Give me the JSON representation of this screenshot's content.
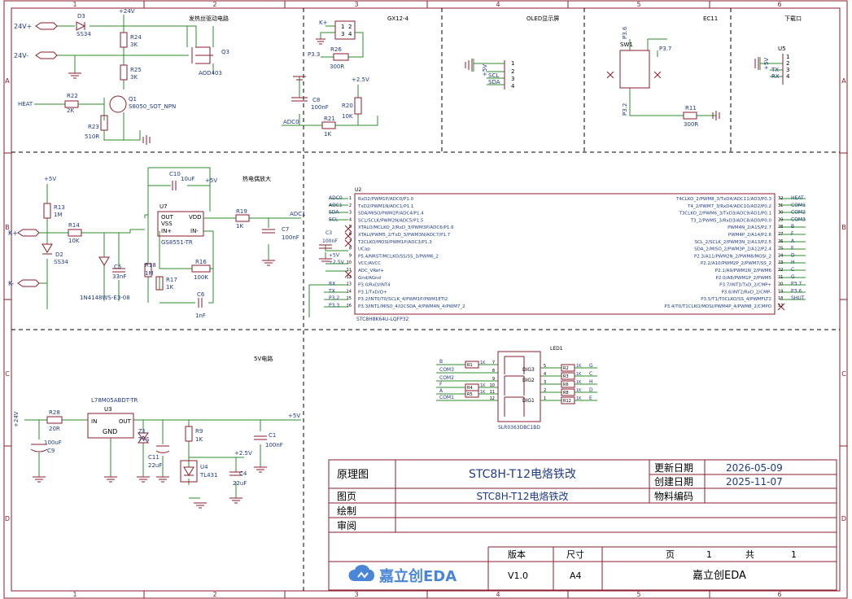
{
  "frame": {
    "columns": [
      "1",
      "2",
      "3",
      "4",
      "5",
      "6"
    ],
    "rows": [
      "A",
      "B",
      "C",
      "D"
    ]
  },
  "sections": {
    "heater_drive": "发热丝驱动电路",
    "gx12": "GX12-4",
    "oled": "OLED显示屏",
    "ec11": "EC11",
    "download": "下载口",
    "thermo_amp": "热电偶放大",
    "power": "5V电路"
  },
  "heater": {
    "in_24v_plus": "24V+",
    "in_24v_minus": "24V-",
    "d3": "D3",
    "d3_val": "SS34",
    "rail": "+24V",
    "r24": "R24",
    "r24_val": "3K",
    "r25": "R25",
    "r25_val": "3K",
    "q3": "Q3",
    "q3_val": "AOD403",
    "heat": "HEAT",
    "r22": "R22",
    "r22_val": "2K",
    "q1": "Q1",
    "q1_val": "S8050_SOT_NPN",
    "r23": "R23",
    "r23_val": "510R"
  },
  "gx": {
    "k_plus": "K+",
    "pins": [
      "1",
      "2",
      "3",
      "4"
    ],
    "r26": "R26",
    "r26_val": "300R",
    "p33": "P3.3",
    "rail": "+2.5V",
    "c8": "C8",
    "c8_val": "100nF",
    "r20": "R20",
    "r20_val": "10K",
    "r21": "R21",
    "r21_val": "1K",
    "adc0": "ADC0"
  },
  "oled": {
    "pins": [
      "+5V",
      "SCL",
      "SDA"
    ],
    "nums": [
      "1",
      "2",
      "3",
      "4"
    ]
  },
  "ec11": {
    "sw": "SW1",
    "p36": "P3.6",
    "p37": "P3.7",
    "p32": "P3.2",
    "r11": "R11",
    "r11_val": "300R"
  },
  "dl": {
    "u": "U5",
    "pins": [
      "+5V",
      "TX",
      "RX"
    ],
    "nums": [
      "1",
      "2",
      "3",
      "4"
    ]
  },
  "amp": {
    "rail": "+5V",
    "r13": "R13",
    "r13_val": "1M",
    "k_plus": "K+",
    "k_minus": "K-",
    "r14": "R14",
    "r14_val": "10K",
    "d2": "D2",
    "d2_val": "SS34",
    "d1_val": "1N4148WS-E3-08",
    "c5": "C5",
    "c5_val": "33nF",
    "u7": "U7",
    "u7_pins": [
      "OUT",
      "VSS",
      "IN+"
    ],
    "u7_vdd": "VDD",
    "u7_inm": "IN-",
    "u7_val": "GS8551-TR",
    "c10": "C10",
    "c10_val": "10uF",
    "rail2": "+5V",
    "r19": "R19",
    "r19_val": "1K",
    "adc1": "ADC1",
    "c7": "C7",
    "c7_val": "100nF",
    "r18": "R18",
    "r18_val": "1M",
    "r17": "R17",
    "r17_val": "1K",
    "r16": "R16",
    "r16_val": "100K",
    "c6": "C6",
    "c6_val": "1nF"
  },
  "mcu": {
    "ref": "U2",
    "part": "STC8H8K64U-LQFP32",
    "c3": "C3",
    "c3_val": "100nF",
    "left": [
      {
        "net": "ADC0",
        "pin": "RxD2/PWM1P/ADC0/P1.0"
      },
      {
        "net": "ADC1",
        "pin": "TxD2/PWM1N/ADC1/P1.1"
      },
      {
        "net": "SDA",
        "pin": "SDA/MISO/PWM2P/ADC4/P1.4"
      },
      {
        "net": "SCL",
        "pin": "SCL/SCLK/PWM2N/ADC5/P1.5"
      },
      {
        "net": "",
        "pin": "XTALO/MCLKO_2/RxD_3/PWM3P/ADC6/P1.6"
      },
      {
        "net": "",
        "pin": "XTALI/PWM5_2/TxD_3/PWM3N/ADC7/P1.7"
      },
      {
        "net": "",
        "pin": "T2CLKO/MOSI/PWM1P/ADC3/P1.3"
      },
      {
        "net": "",
        "pin": "UCap"
      },
      {
        "net": "+5V",
        "pin": "P5.4/NRST/MCLKO/SS/SS_3/PWM6_2"
      },
      {
        "net": "+2.5V",
        "pin": "VCC/AVCC"
      },
      {
        "net": "",
        "pin": "ADC_VRef+"
      },
      {
        "net": "",
        "pin": "Gnd/AGnd"
      },
      {
        "net": "RX",
        "pin": "P3.0/RxD/INT4"
      },
      {
        "net": "TX",
        "pin": "P3.1/TxD/Q+"
      },
      {
        "net": "P3.2",
        "pin": "P3.2/INT0/T0/SCLK_4/PWM1P/PWM1ETI2"
      },
      {
        "net": "P3.3",
        "pin": "P3.3/INT1/MISO_4/I2CSDA_4/PWM4N_4/PWM7_2"
      }
    ],
    "left_nums": [
      "1",
      "2",
      "3",
      "4",
      "5",
      "6",
      "7",
      "8",
      "9",
      "10",
      "11",
      "12",
      "13",
      "14",
      "15",
      "16"
    ],
    "right": [
      {
        "net": "HEAT",
        "pin": "T4CLKO_2/PWM8_3/TxD4/ADC11/AD3/P0.3"
      },
      {
        "net": "COM1",
        "pin": "T4_2/PWM7_3/RxD4/ADC10/AD2/P0.2"
      },
      {
        "net": "COM2",
        "pin": "T3CLKO_2/PWM6_3/TxD3/ADC9/AD1/P0.1"
      },
      {
        "net": "COM3",
        "pin": "T3_2/PWM5_3/RxD3/ADC8/AD0/P0.0"
      },
      {
        "net": "B",
        "pin": "PWM4N_2/A15/P2.7"
      },
      {
        "net": "F",
        "pin": "PWM4P_2/A14/P2.6"
      },
      {
        "net": "A",
        "pin": "SCL_2/SCLK_2/PWM3N_2/A13/P2.5"
      },
      {
        "net": "E",
        "pin": "SDA_2/MISO_2/PWM3P_2/A12/P2.4"
      },
      {
        "net": "D",
        "pin": "P2.3/A11/PWM2N_2/PWM8/MOSI_2"
      },
      {
        "net": "H",
        "pin": "P2.2/A10/PWM2P_2/PWM7/SS_2"
      },
      {
        "net": "C",
        "pin": "P2.1/A9/PWM1N_2/PWM6"
      },
      {
        "net": "G",
        "pin": "P2.0/A8/PWM1P_2/PWM5"
      },
      {
        "net": "P3.7",
        "pin": "P3.7/INT3/TxD_2/CMP+"
      },
      {
        "net": "P3.6",
        "pin": "P3.6/INT2/RxD_2/CMP-"
      },
      {
        "net": "SHUT",
        "pin": "P3.5/T1/T0CLKO/SS_4/PWMFLT2"
      },
      {
        "net": "",
        "pin": "P3.4/T0/T1CLKO/MOSI/PWM4P_4/PWM8_2/CMPO"
      }
    ],
    "right_nums": [
      "32",
      "31",
      "30",
      "29",
      "28",
      "27",
      "26",
      "25",
      "24",
      "23",
      "22",
      "21",
      "20",
      "19",
      "18",
      "17"
    ]
  },
  "led": {
    "ref": "LED1",
    "part": "SLR0363DBC1BD",
    "dig": [
      "DIG3",
      "DIG2",
      "DIG1"
    ],
    "left": [
      {
        "net": "B",
        "r": "R1",
        "rv": "1K",
        "num": "7"
      },
      {
        "net": "COM3",
        "r": "",
        "rv": "",
        "num": "8"
      },
      {
        "net": "COM2",
        "r": "",
        "rv": "",
        "num": "9"
      },
      {
        "net": "F",
        "r": "R4",
        "rv": "1K",
        "num": "10"
      },
      {
        "net": "A",
        "r": "R5",
        "rv": "1K",
        "num": "11"
      },
      {
        "net": "COM1",
        "r": "",
        "rv": "",
        "num": "12"
      }
    ],
    "right": [
      {
        "net": "G",
        "r": "R2",
        "rv": "1K",
        "num": "5"
      },
      {
        "net": "C",
        "r": "R3",
        "rv": "1K",
        "num": "4"
      },
      {
        "net": "H",
        "r": "R6",
        "rv": "1K",
        "num": "3"
      },
      {
        "net": "D",
        "r": "R8",
        "rv": "1K",
        "num": "2"
      },
      {
        "net": "E",
        "r": "R12",
        "rv": "1K",
        "num": "1"
      }
    ]
  },
  "pwr": {
    "in": "+24V",
    "r28": "R28",
    "r28_val": "20R",
    "u3": "U3",
    "u3_val": "L78M05ABDT-TR",
    "in_pin": "IN",
    "out_pin": "OUT",
    "gnd_pin": "GND",
    "c9": "C9",
    "c9_val": "100uF",
    "z1": "Z1",
    "z1_val": "TVS",
    "c11": "C11",
    "c11_val": "22uF",
    "r9": "R9",
    "r9_val": "1K",
    "rail": "+2.5V",
    "u4": "U4",
    "u4_val": "TL431",
    "c4": "C4",
    "c4_val": "22uF",
    "c1": "C1",
    "c1_val": "100nF",
    "out": "+5V"
  },
  "titleblock": {
    "schematic_label": "原理图",
    "title": "STC8H-T12电烙铁改",
    "update_label": "更新日期",
    "update_date": "2026-05-09",
    "create_label": "创建日期",
    "create_date": "2025-11-07",
    "page_label": "图页",
    "page_title": "STC8H-T12电烙铁改",
    "code_label": "物料编码",
    "draw_label": "绘制",
    "review_label": "审阅",
    "version_label": "版本",
    "size_label": "尺寸",
    "page_word": "页",
    "page_num": "1",
    "total_word": "共",
    "total_num": "1",
    "logo_text": "嘉立创EDA",
    "version": "V1.0",
    "size": "A4",
    "company": "嘉立创EDA"
  }
}
